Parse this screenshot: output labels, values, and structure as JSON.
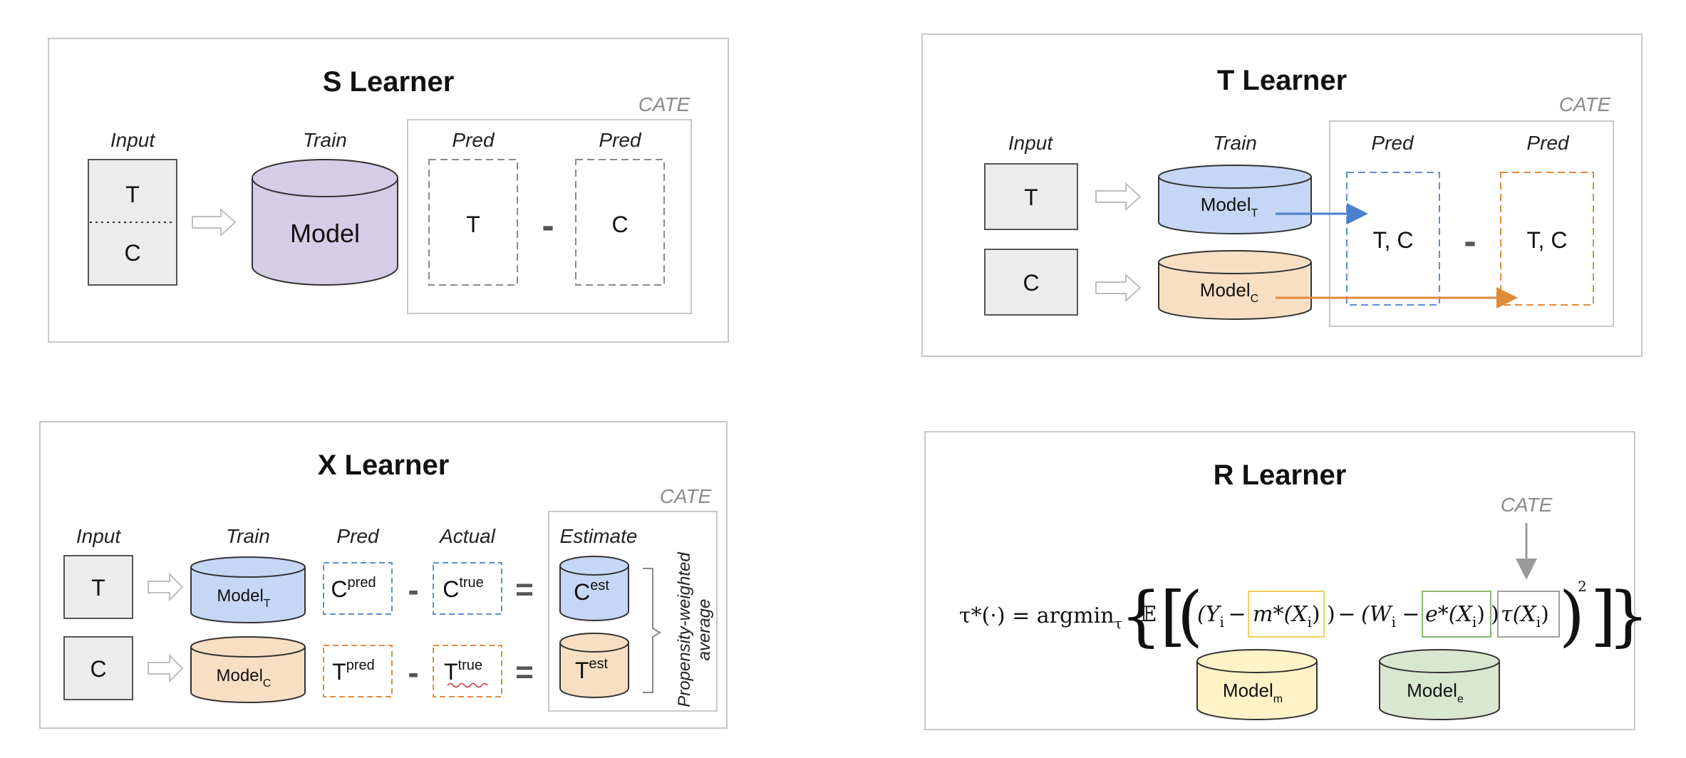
{
  "s_learner": {
    "title": "S Learner",
    "input_label": "Input",
    "train_label": "Train",
    "pred_label_1": "Pred",
    "pred_label_2": "Pred",
    "cate_label": "CATE",
    "input_top": "T",
    "input_bottom": "C",
    "model": "Model",
    "pred_1": "T",
    "pred_2": "C",
    "minus": "-"
  },
  "t_learner": {
    "title": "T Learner",
    "input_label": "Input",
    "train_label": "Train",
    "pred_label_1": "Pred",
    "pred_label_2": "Pred",
    "cate_label": "CATE",
    "input_t": "T",
    "input_c": "C",
    "model_t": "Model",
    "model_t_sub": "T",
    "model_c": "Model",
    "model_c_sub": "C",
    "pred_1": "T, C",
    "pred_2": "T, C",
    "minus": "-"
  },
  "x_learner": {
    "title": "X Learner",
    "input_label": "Input",
    "train_label": "Train",
    "pred_label": "Pred",
    "actual_label": "Actual",
    "estimate_label": "Estimate",
    "cate_label": "CATE",
    "side_label_1": "Propensity-weighted",
    "side_label_2": "average",
    "input_t": "T",
    "input_c": "C",
    "model_t": "Model",
    "model_t_sub": "T",
    "model_c": "Model",
    "model_c_sub": "C",
    "c_pred": "C",
    "c_pred_sup": "pred",
    "c_true": "C",
    "c_true_sup": "true",
    "c_est": "C",
    "c_est_sup": "est",
    "t_pred": "T",
    "t_pred_sup": "pred",
    "t_true": "T",
    "t_true_sup": "true",
    "t_est": "T",
    "t_est_sup": "est",
    "minus": "-",
    "equals": "="
  },
  "r_learner": {
    "title": "R Learner",
    "cate_label": "CATE",
    "formula_lhs": "τ*(·) = argmin",
    "formula_lhs_sub": "τ",
    "expectation": "𝔼",
    "y_term": "(Y",
    "y_sub": "i",
    "minus_1": "−",
    "m_term": "m*(X",
    "m_sub": "i",
    "m_close": ")",
    "close_1": ")",
    "minus_2": "−",
    "w_term": "(W",
    "w_sub": "i",
    "minus_3": "−",
    "e_term": "e*(X",
    "e_sub": "i",
    "e_close": ")",
    "close_2": ")",
    "tau_term": "τ(X",
    "tau_sub": "i",
    "tau_close": ")",
    "power": "2",
    "model_m": "Model",
    "model_m_sub": "m",
    "model_e": "Model",
    "model_e_sub": "e"
  },
  "colors": {
    "panel_border": "#c8c8c8",
    "input_fill": "#ececec",
    "purple": "#d5cce6",
    "blue": "#c6d6f5",
    "orange": "#f8dfc4",
    "yellow": "#fdf3c6",
    "green": "#d8e7cf",
    "blue_stroke": "#5b8fd6",
    "orange_stroke": "#e08a3c",
    "yellow_stroke": "#f2cf5a",
    "green_stroke": "#86b86a",
    "grey_stroke": "#a0a0a0"
  }
}
